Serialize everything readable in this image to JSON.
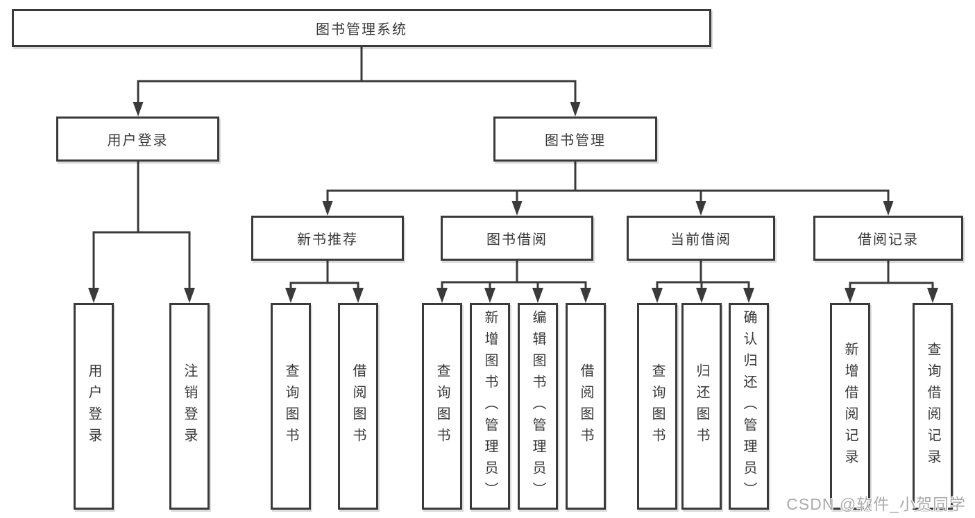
{
  "diagram": {
    "root": {
      "label": "图书管理系统"
    },
    "level2": {
      "user_login": {
        "label": "用户登录"
      },
      "book_management": {
        "label": "图书管理"
      }
    },
    "level3": {
      "new_book_recommend": {
        "label": "新书推荐"
      },
      "book_borrow": {
        "label": "图书借阅"
      },
      "current_borrow": {
        "label": "当前借阅"
      },
      "borrow_record": {
        "label": "借阅记录"
      }
    },
    "leaves": {
      "user_login": [
        "用户登录",
        "注销登录"
      ],
      "new_book_recommend": [
        "查询图书",
        "借阅图书"
      ],
      "book_borrow": [
        "查询图书",
        "新增图书（管理员）",
        "编辑图书（管理员）",
        "借阅图书"
      ],
      "current_borrow": [
        "查询图书",
        "归还图书",
        "确认归还（管理员）"
      ],
      "borrow_record": [
        "新增借阅记录",
        "查询借阅记录"
      ]
    }
  },
  "watermark": {
    "text": "CSDN @软件_小贺同学"
  },
  "colors": {
    "line": "#3a3a3a",
    "text": "#383838",
    "background": "#ffffff",
    "watermark": "#ababab"
  }
}
